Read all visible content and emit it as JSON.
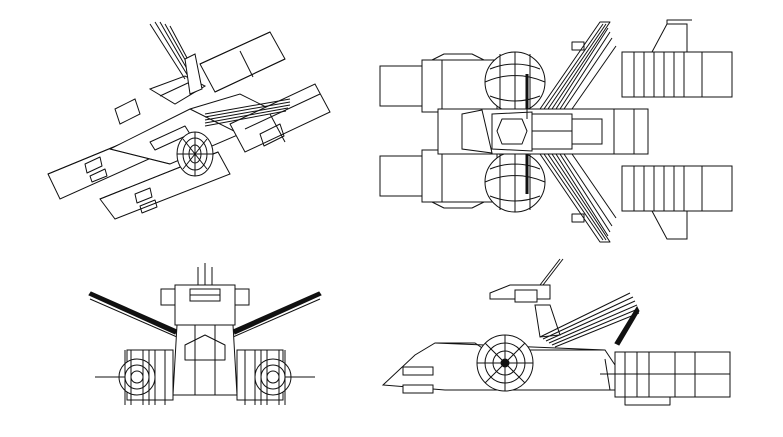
{
  "figure": {
    "views": [
      {
        "id": "isometric",
        "icon": "wireframe-isometric-icon"
      },
      {
        "id": "top",
        "icon": "wireframe-top-icon"
      },
      {
        "id": "front",
        "icon": "wireframe-front-icon"
      },
      {
        "id": "side",
        "icon": "wireframe-side-icon"
      }
    ],
    "stroke_color": "#111111",
    "background_color": "#ffffff"
  }
}
